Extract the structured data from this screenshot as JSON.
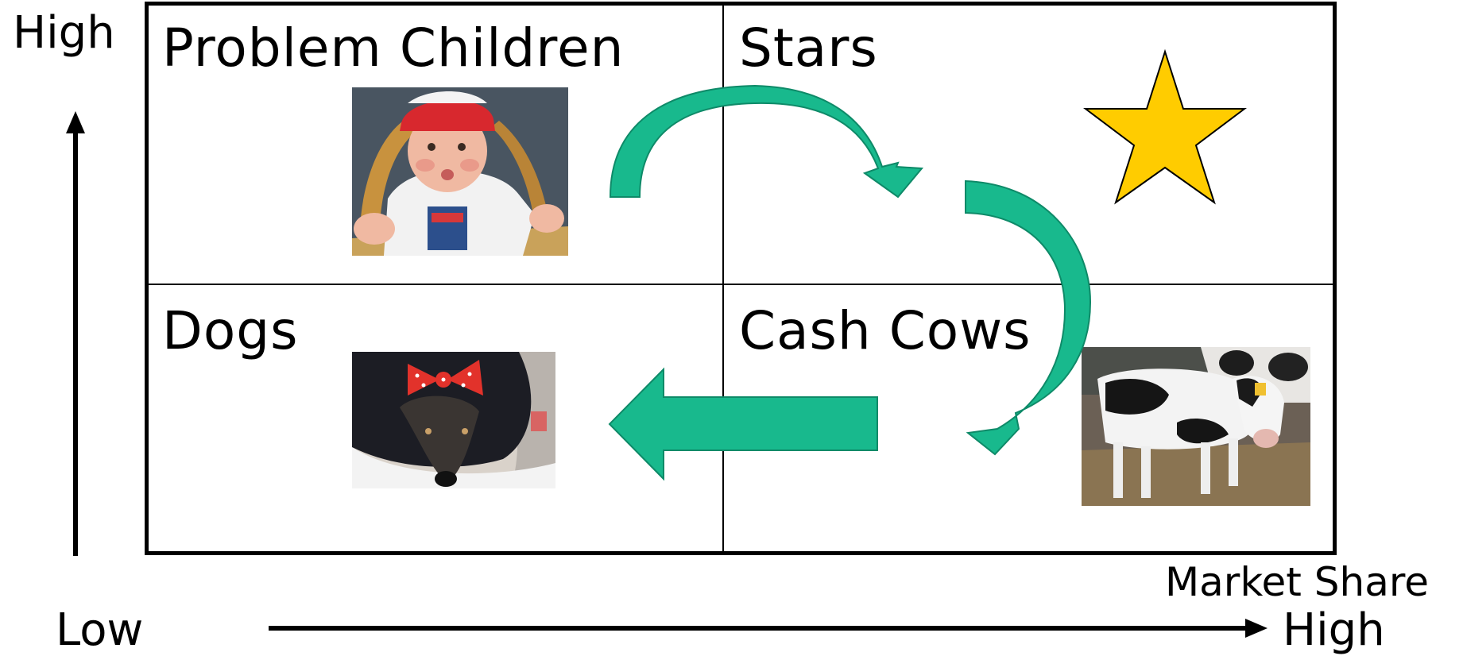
{
  "axis": {
    "y_high_label": "High",
    "x_low_label": "Low",
    "x_high_label": "High",
    "x_axis_name": "Market Share"
  },
  "quadrants": {
    "top_left": {
      "title": "Problem Children",
      "image": "baby-photo"
    },
    "top_right": {
      "title": "Stars",
      "icon": "star-icon"
    },
    "bottom_left": {
      "title": "Dogs",
      "image": "dog-photo"
    },
    "bottom_right": {
      "title": "Cash Cows",
      "image": "cow-photo"
    }
  },
  "colors": {
    "arrow_fill": "#18b98d",
    "arrow_edge": "#0e8a68",
    "star": "#ffcc00",
    "line": "#000000"
  }
}
